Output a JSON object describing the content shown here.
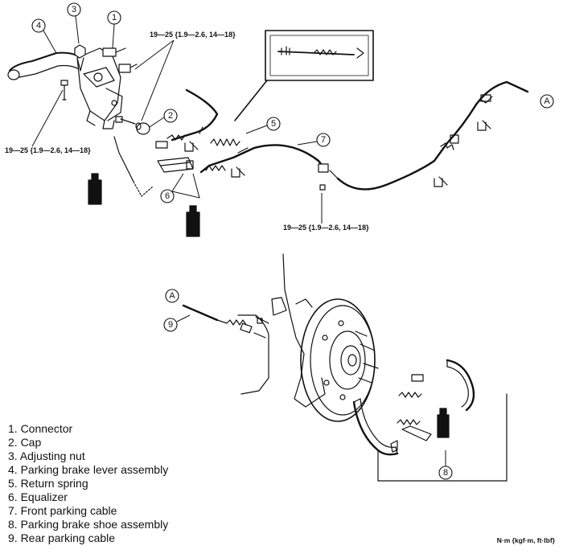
{
  "callouts": [
    "1",
    "2",
    "3",
    "4",
    "5",
    "6",
    "7",
    "8",
    "9"
  ],
  "connector_mark": "A",
  "torque_spec": "19—25 {1.9—2.6, 14—18}",
  "legend": [
    "1.  Connector",
    "2.  Cap",
    "3.  Adjusting nut",
    "4.  Parking brake lever assembly",
    "5.  Return spring",
    "6.  Equalizer",
    "7.  Front parking cable",
    "8.  Parking brake shoe assembly",
    "9.  Rear parking cable"
  ],
  "units": "N·m {kgf·m, ft·lbf}"
}
